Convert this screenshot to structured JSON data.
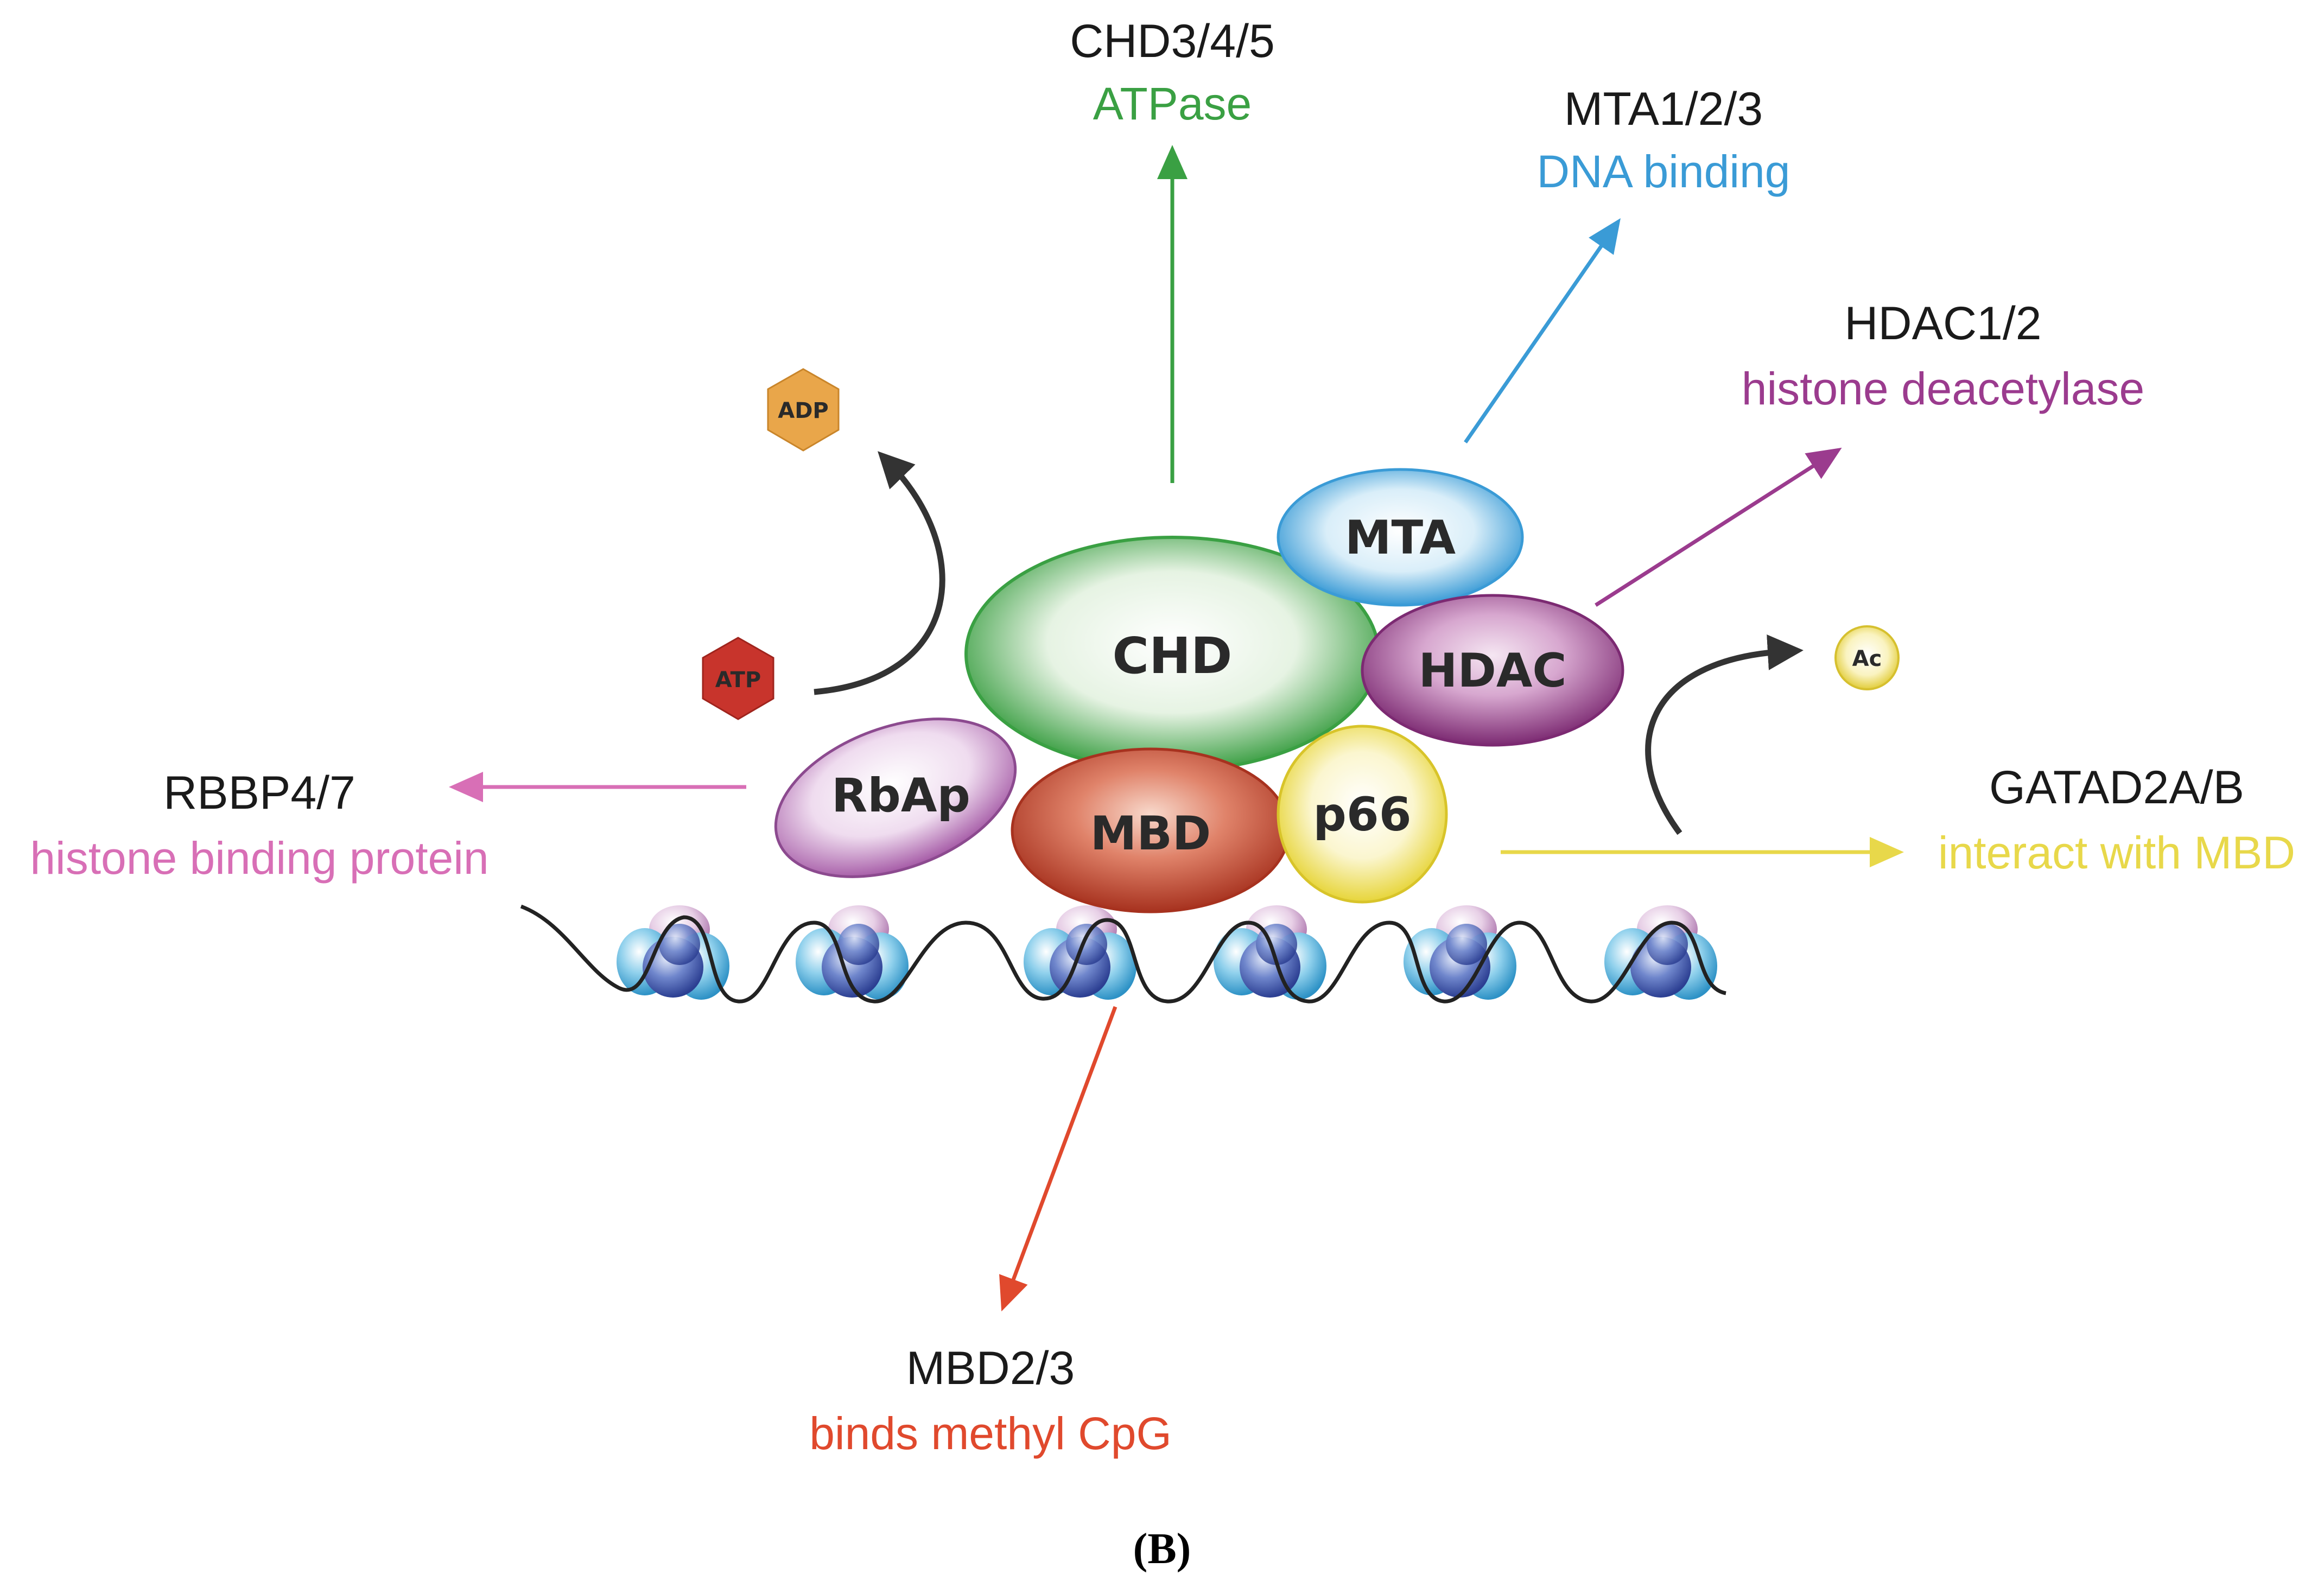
{
  "labels": {
    "chd": {
      "title": "CHD3/4/5",
      "sub": "ATPase"
    },
    "mta": {
      "title": "MTA1/2/3",
      "sub": "DNA binding"
    },
    "hdac": {
      "title": "HDAC1/2",
      "sub": "histone deacetylase"
    },
    "rbbp": {
      "title": "RBBP4/7",
      "sub": "histone binding protein"
    },
    "gatad": {
      "title": "GATAD2A/B",
      "sub": "interact with MBD"
    },
    "mbd": {
      "title": "MBD2/3",
      "sub": "binds methyl CpG"
    }
  },
  "complex": {
    "chd": "CHD",
    "mta": "MTA",
    "hdac": "HDAC",
    "rbap": "RbAp",
    "mbd": "MBD",
    "p66": "p66"
  },
  "molecules": {
    "atp": "ATP",
    "adp": "ADP",
    "ac": "Ac"
  },
  "caption": "(B)",
  "colors": {
    "chd": "#3aa043",
    "mta": "#3a9bd6",
    "hdac": "#9b3b8e",
    "rbbp": "#d86fb6",
    "gatad": "#e8d84a",
    "mbd": "#e0492d",
    "atp": "#c8342c",
    "adp": "#e9a64a",
    "nucleosome": "#4a7fc4"
  }
}
